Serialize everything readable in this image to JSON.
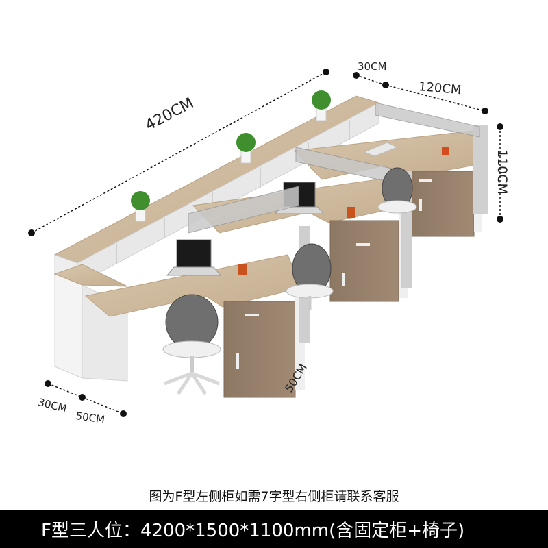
{
  "dimensions": {
    "total_length": "420CM",
    "return_width": "30CM",
    "return_length": "120CM",
    "height": "110CM",
    "cabinet_depth": "50CM",
    "side_cabinet_width": "30CM",
    "side_cabinet_depth": "50CM"
  },
  "note": "图为F型左侧柜如需7字型右侧柜请联系客服",
  "spec": "F型三人位：4200*1500*1100mm(含固定柜+椅子)",
  "colors": {
    "wood": "#cdb89d",
    "wood_dark": "#a48a6c",
    "white_panel": "#f2f2f2",
    "frame": "#bfbfbf",
    "bar": "#000000"
  }
}
